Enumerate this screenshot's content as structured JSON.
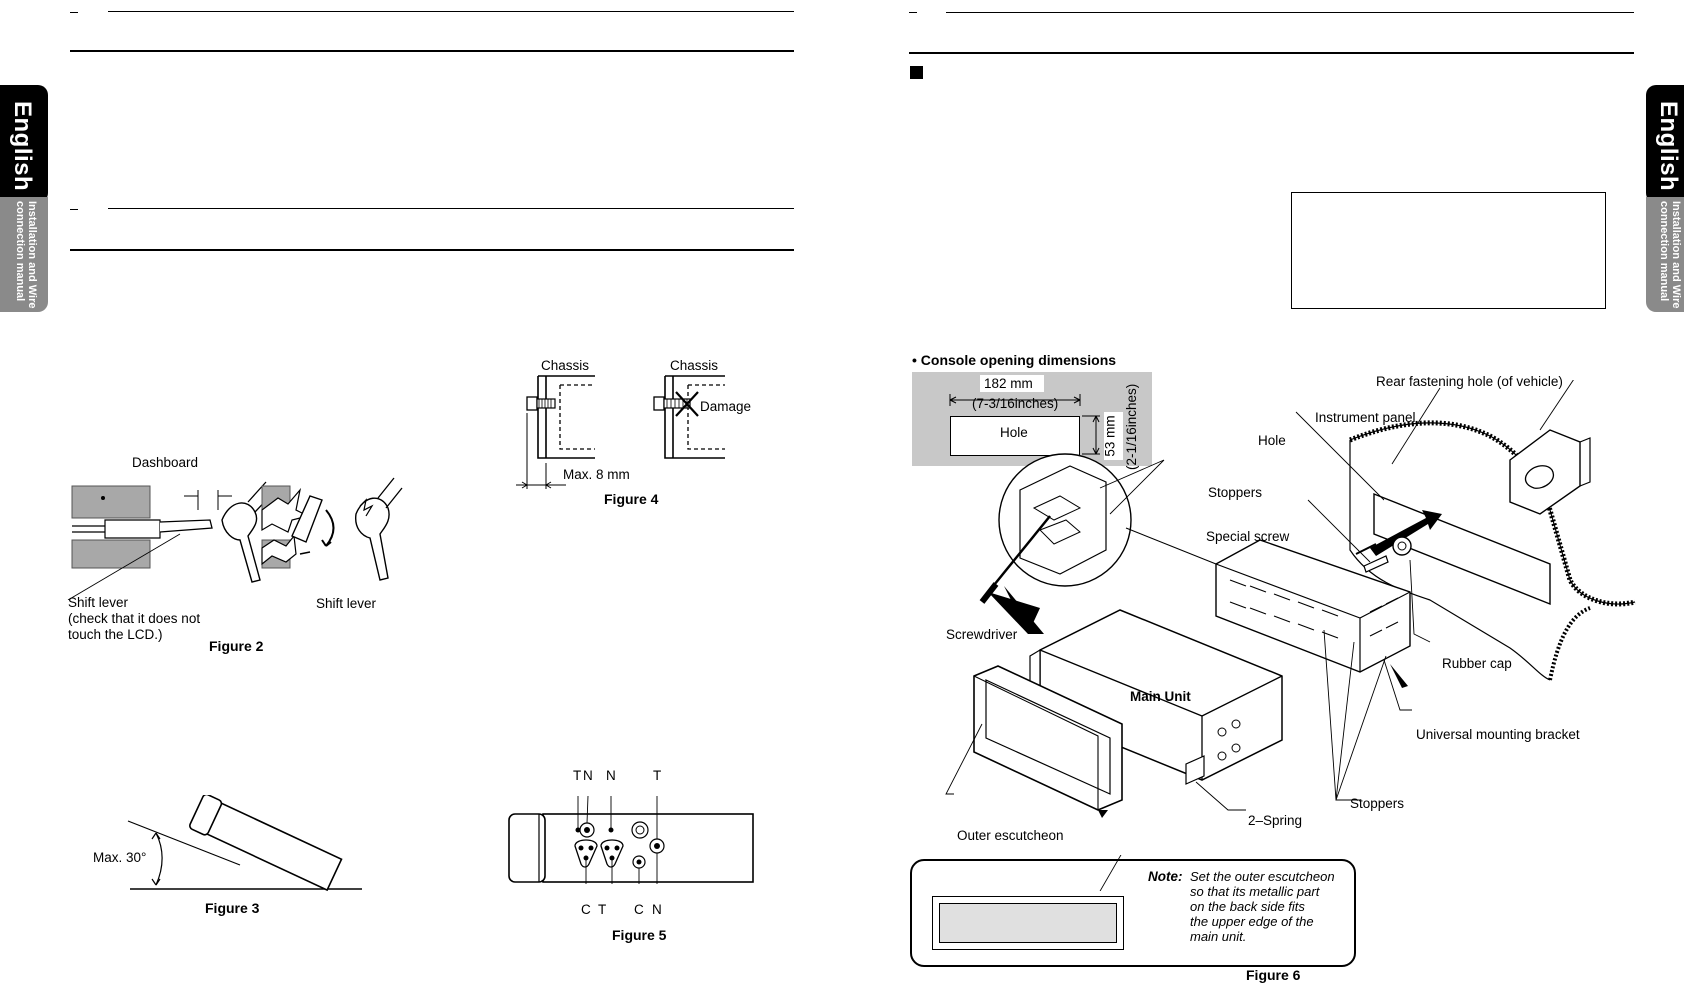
{
  "side_tab": {
    "language": "English",
    "manual_line1": "Installation and Wire",
    "manual_line2": "connection manual"
  },
  "left_page": {
    "figure2": {
      "caption": "Figure 2",
      "dashboard": "Dashboard",
      "shift_lever_left": "Shift lever",
      "shift_lever_note1": "(check that it does not",
      "shift_lever_note2": "touch the LCD.)",
      "shift_lever_right": "Shift lever"
    },
    "figure3": {
      "caption": "Figure 3",
      "angle_label": "Max. 30°"
    },
    "figure4": {
      "caption": "Figure 4",
      "chassis_left": "Chassis",
      "chassis_right": "Chassis",
      "damage": "Damage",
      "max_depth": "Max. 8 mm"
    },
    "figure5": {
      "caption": "Figure 5",
      "top_labels": [
        "T",
        "N",
        "N",
        "T"
      ],
      "bottom_labels": [
        "C",
        "T",
        "C",
        "N"
      ]
    }
  },
  "right_page": {
    "console": {
      "heading": "• Console opening dimensions",
      "width_mm": "182 mm",
      "width_in": "(7-3/16inches)",
      "hole": "Hole",
      "height_mm": "53 mm",
      "height_in": "(2-1/16inches)"
    },
    "figure6": {
      "caption": "Figure 6",
      "rear_hole": "Rear fastening hole (of vehicle)",
      "instrument_panel": "Instrument panel",
      "hole": "Hole",
      "stoppers_top": "Stoppers",
      "special_screw": "Special screw",
      "screwdriver": "Screwdriver",
      "rubber_cap": "Rubber cap",
      "main_unit": "Main Unit",
      "universal_bracket": "Universal mounting bracket",
      "stoppers_bottom": "Stoppers",
      "spring": "2–Spring",
      "outer_escutcheon": "Outer escutcheon",
      "note_label": "Note:",
      "note_lines": [
        "Set the outer escutcheon",
        "so that its metallic part",
        "on the back side fits",
        "the upper edge of the",
        "main unit."
      ]
    }
  }
}
